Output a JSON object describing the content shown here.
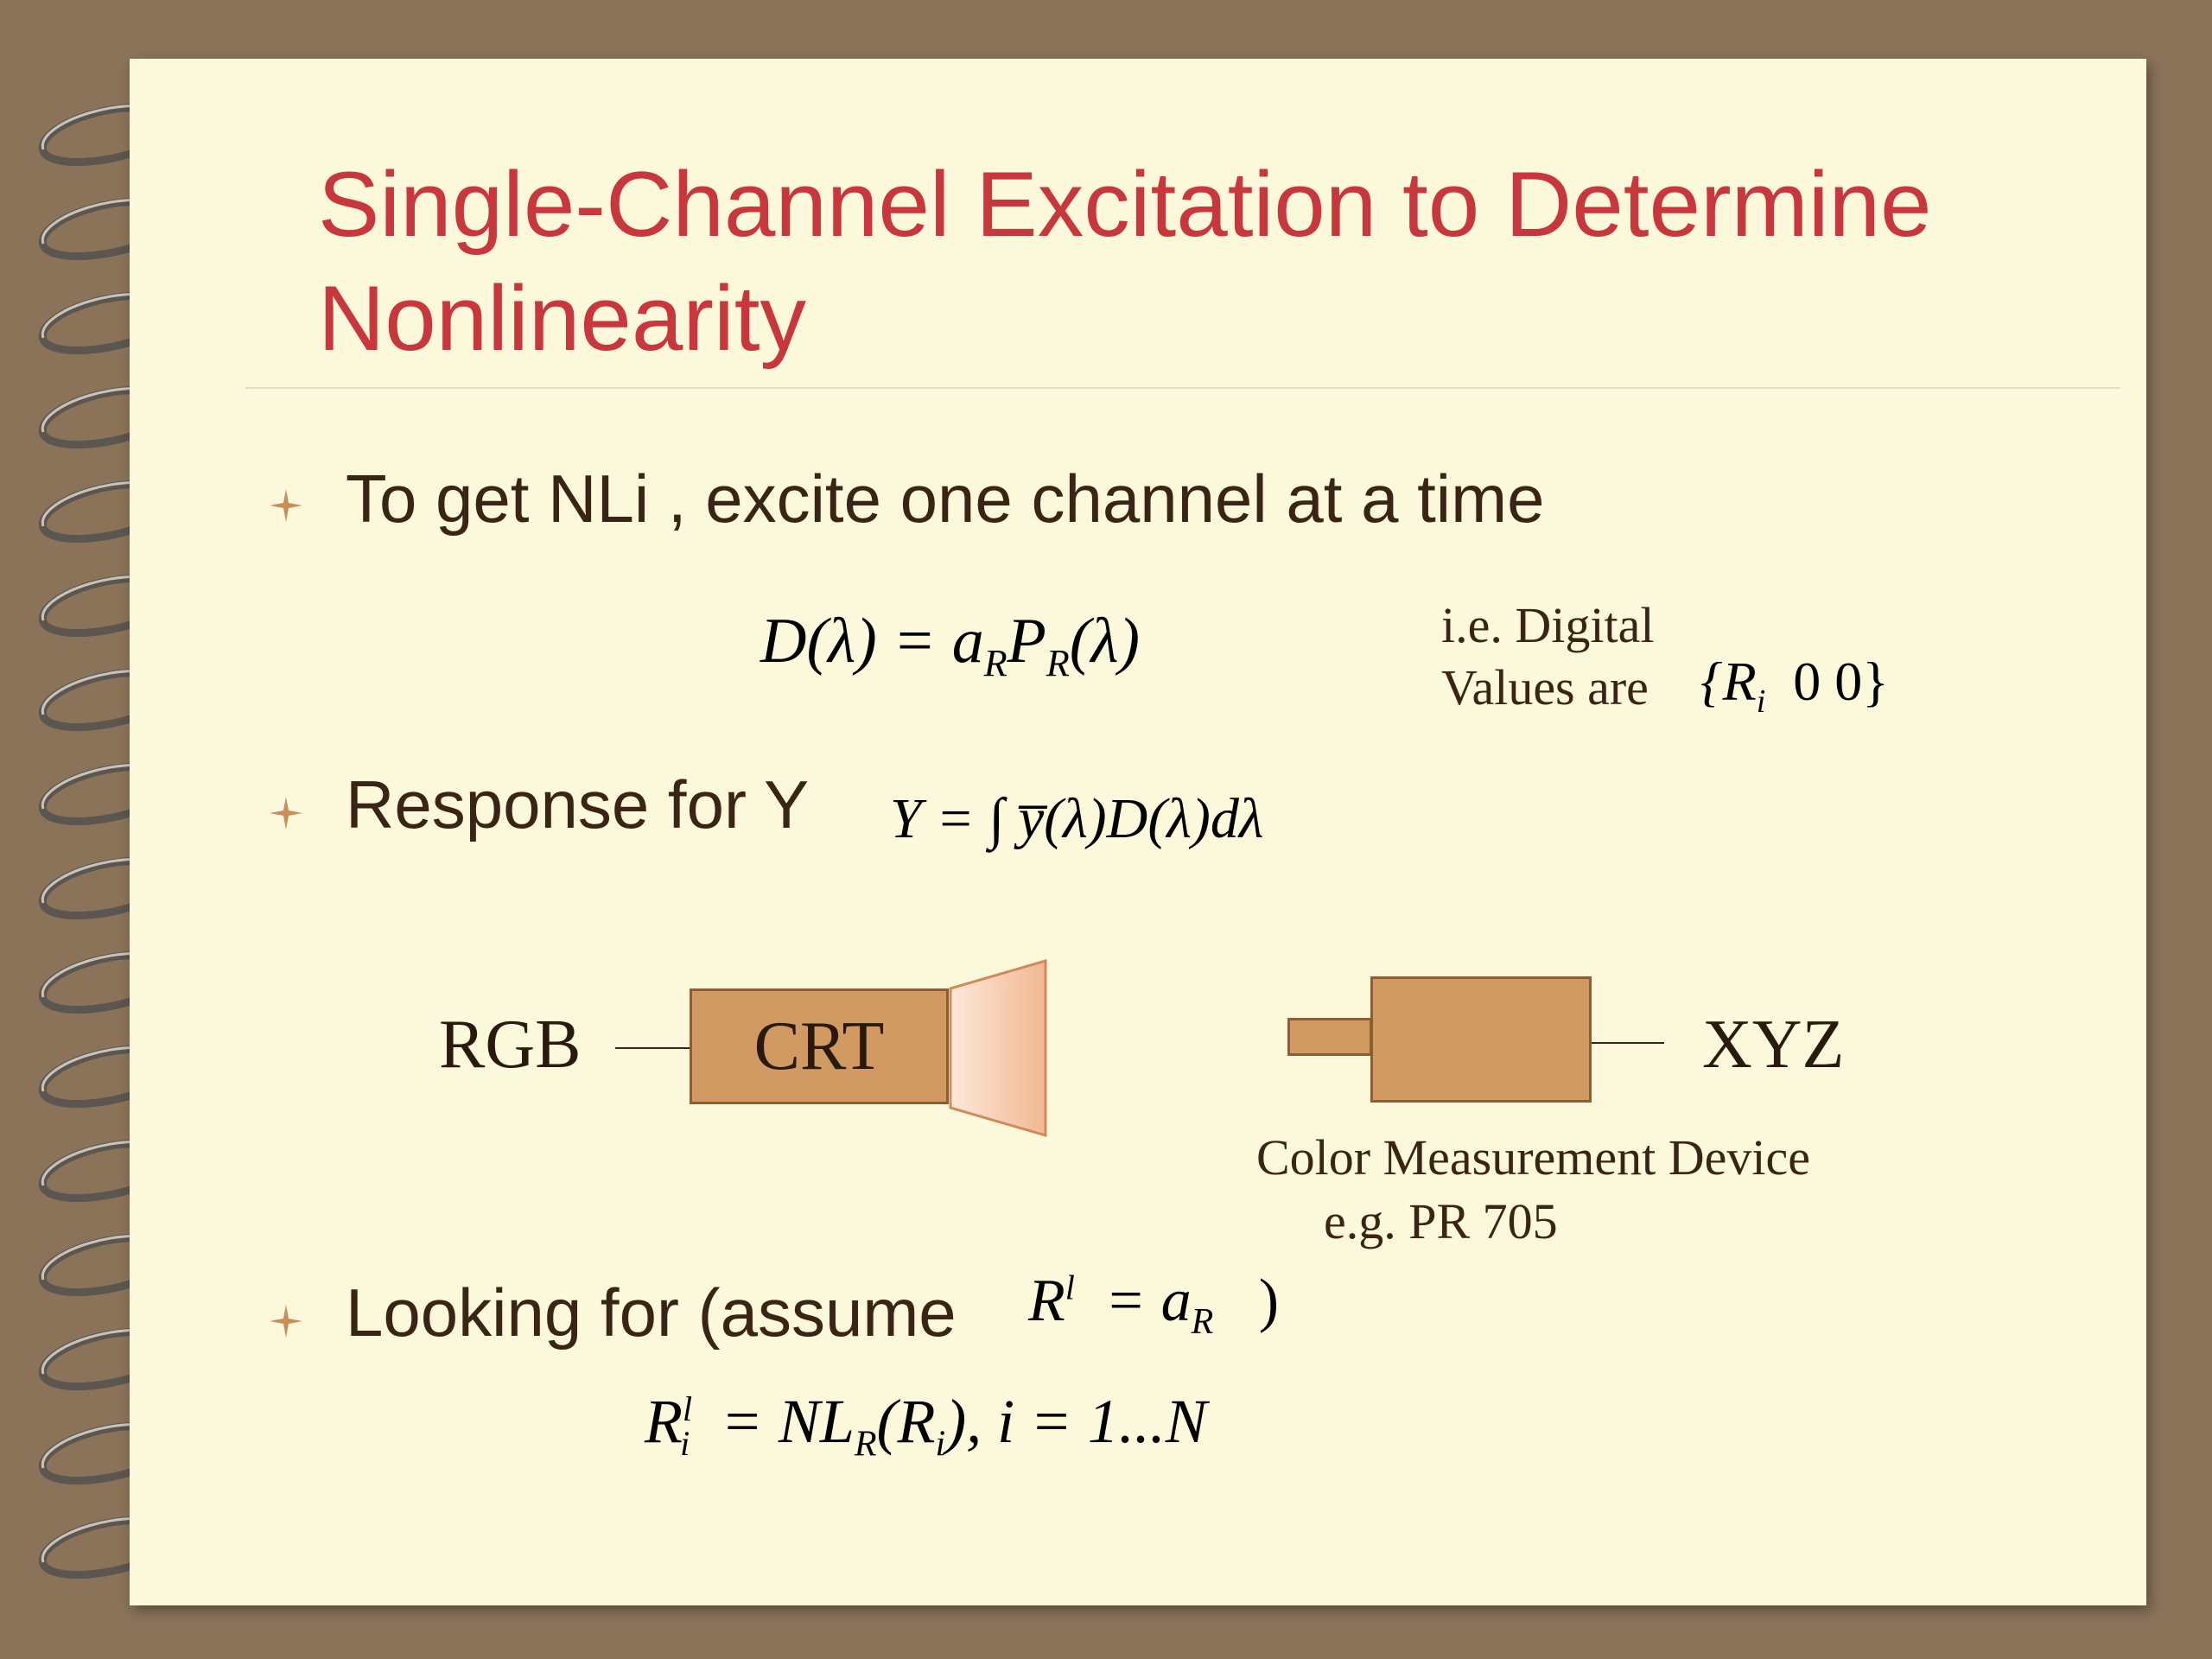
{
  "slide": {
    "title": "Single-Channel Excitation to Determine Nonlinearity",
    "bullets": [
      {
        "text": "To get NLi , excite one channel at a time"
      },
      {
        "text": "Response for Y"
      },
      {
        "text": "Looking for (assume"
      }
    ],
    "equations": {
      "d_lambda": "D(λ) = a",
      "d_lambda_sub1": "R",
      "d_lambda_mid": "P",
      "d_lambda_sub2": "R",
      "d_lambda_end": "(λ)",
      "digital_note_line1": "i.e. Digital",
      "digital_note_line2": "Values are",
      "digital_values": "{R",
      "digital_values_sub": "i",
      "digital_values_end": "0   0}",
      "y_response": "Y = ∫ y̅(λ)D(λ)dλ",
      "assume_lhs": "R",
      "assume_sup": "l",
      "assume_rhs": "= a",
      "assume_sub": "R",
      "assume_close": ")",
      "final_r": "R",
      "final_sup": "l",
      "final_sub": "i",
      "final_rest": "= NL",
      "final_rest_sub": "R",
      "final_tail": "(R",
      "final_tail_sub": "i",
      "final_end": "), i = 1...N"
    },
    "diagram": {
      "input_label": "RGB",
      "crt_label": "CRT",
      "output_label": "XYZ",
      "device_caption_line1": "Color Measurement Device",
      "device_caption_line2": "e.g. PR 705"
    }
  },
  "colors": {
    "background": "#8b7359",
    "page": "#fbf8dc",
    "title": "#c8373c",
    "body_text": "#3a2415",
    "box_fill": "#d09a62"
  }
}
